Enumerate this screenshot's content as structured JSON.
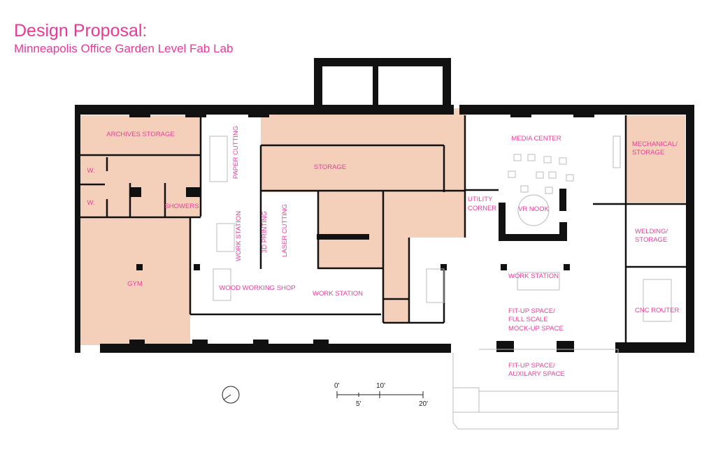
{
  "header": {
    "title": "Design Proposal:",
    "subtitle": "Minneapolis Office Garden Level Fab Lab"
  },
  "colors": {
    "accent": "#e8389a",
    "room_fill": "#f4cfba",
    "wall": "#111111"
  },
  "rooms": {
    "archives_storage": "ARCHIVES STORAGE",
    "w1": "W.",
    "w2": "W.",
    "showers": "SHOWERS",
    "gym": "GYM",
    "paper_cutting": "PAPER CUTTING",
    "work_station_left": "WORK STATION",
    "printing_3d": "3D PRINTING",
    "laser_cutting": "LASER CUTTING",
    "storage": "STORAGE",
    "wood_working_shop": "WOOD WORKING SHOP",
    "work_station_mid": "WORK STATION",
    "utility_corner_1": "UTILITY",
    "utility_corner_2": "CORNER",
    "media_center": "MEDIA CENTER",
    "vr_nook": "VR NOOK",
    "mechanical_1": "MECHANICAL/",
    "mechanical_2": "STORAGE",
    "welding_1": "WELDING/",
    "welding_2": "STORAGE",
    "work_station_right": "WORK STATION",
    "cnc_router": "CNC ROUTER",
    "fitup_1": "FIT-UP SPACE/",
    "fitup_2": "FULL SCALE",
    "fitup_3": "MOCK-UP SPACE",
    "aux_1": "FIT-UP SPACE/",
    "aux_2": "AUXILARY SPACE"
  },
  "scale_bar": {
    "t0": "0'",
    "t10": "10'",
    "t5": "5'",
    "t20": "20'"
  }
}
